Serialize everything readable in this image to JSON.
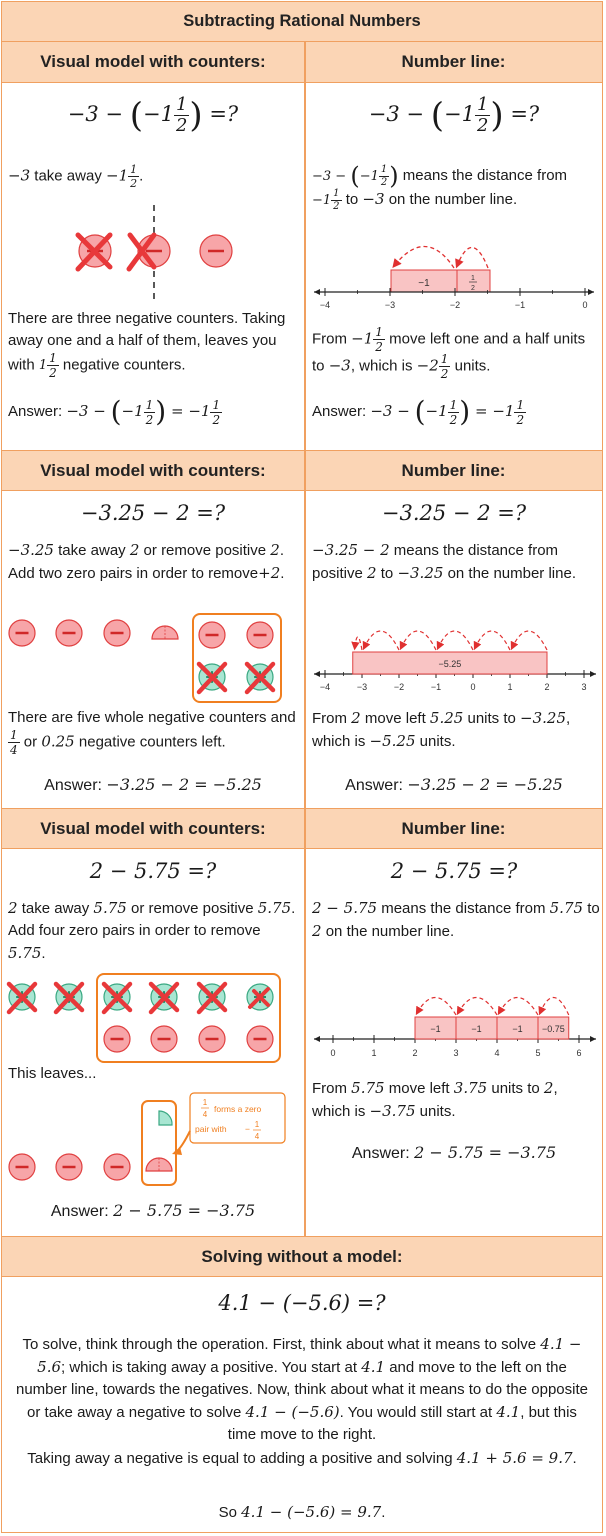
{
  "title": "Subtracting Rational Numbers",
  "headers": {
    "visual_model": "Visual model with counters:",
    "number_line": "Number line:",
    "solving": "Solving without a model:"
  },
  "section1": {
    "eq_prefix": "−3 − ",
    "eq_whole": "−1",
    "eq_num": "1",
    "eq_den": "2",
    "eq_suffix": " =?",
    "left_desc_a": "−3",
    "left_desc_b": " take away ",
    "left_desc_c": "−1",
    "left_desc_d": ".",
    "left_text_1": "There are three negative counters. Taking away one and a half of them, leaves you with ",
    "left_text_frac_whole": "1",
    "left_text_2": " negative counters.",
    "answer_label": "Answer: ",
    "answer_expr_a": "−3 − ",
    "answer_expr_b": " = −1",
    "right_desc_1": " means the distance from",
    "right_desc_2": " to ",
    "right_desc_3": "−3",
    "right_desc_4": " on the number line.",
    "nl_labels": [
      "−4",
      "−3",
      "−2",
      "−1",
      "0"
    ],
    "bar_label_1": "−1",
    "bar_label_2_num": "1",
    "bar_label_2_den": "2",
    "right_text_1": "From ",
    "right_text_2": " move left one and a half units to ",
    "right_text_3": "−3",
    "right_text_4": ", which is ",
    "right_text_5": "−2",
    "right_text_6": " units."
  },
  "section2": {
    "equation": "−3.25 − 2 =?",
    "left_desc": [
      {
        "t": "−3.25",
        "m": true
      },
      {
        "t": " take away ",
        "m": false
      },
      {
        "t": "2",
        "m": true
      },
      {
        "t": " or remove positive ",
        "m": false
      },
      {
        "t": "2",
        "m": true
      },
      {
        "t": ". Add two zero pairs in order to remove",
        "m": false
      },
      {
        "t": "+2",
        "m": true
      },
      {
        "t": ".",
        "m": false
      }
    ],
    "left_text_1": "There are five whole negative counters and ",
    "left_frac_num": "1",
    "left_frac_den": "4",
    "left_text_2": " or ",
    "left_text_3": "0.25",
    "left_text_4": " negative counters left.",
    "answer_label": "Answer: ",
    "answer_expr": "−3.25 − 2 = −5.25",
    "right_desc": [
      {
        "t": "−3.25 − 2",
        "m": true
      },
      {
        "t": "  means the distance from positive ",
        "m": false
      },
      {
        "t": "2",
        "m": true
      },
      {
        "t": " to ",
        "m": false
      },
      {
        "t": "−3.25",
        "m": true
      },
      {
        "t": " on the number line.",
        "m": false
      }
    ],
    "nl_labels": [
      "−4",
      "−3",
      "−2",
      "−1",
      "0",
      "1",
      "2",
      "3"
    ],
    "bar_label": "−5.25",
    "right_text": [
      {
        "t": "From ",
        "m": false
      },
      {
        "t": "2",
        "m": true
      },
      {
        "t": " move left ",
        "m": false
      },
      {
        "t": "5.25",
        "m": true
      },
      {
        "t": " units to ",
        "m": false
      },
      {
        "t": "−3.25",
        "m": true
      },
      {
        "t": ", which is ",
        "m": false
      },
      {
        "t": "−5.25",
        "m": true
      },
      {
        "t": " units.",
        "m": false
      }
    ]
  },
  "section3": {
    "equation": "2 − 5.75 =?",
    "left_desc": [
      {
        "t": "2",
        "m": true
      },
      {
        "t": " take away ",
        "m": false
      },
      {
        "t": "5.75",
        "m": true
      },
      {
        "t": " or remove positive ",
        "m": false
      },
      {
        "t": "5.75",
        "m": true
      },
      {
        "t": ". Add four zero pairs in order to remove ",
        "m": false
      },
      {
        "t": "5.75",
        "m": true
      },
      {
        "t": ".",
        "m": false
      }
    ],
    "leaves_text": "This leaves...",
    "callout_num": "1",
    "callout_den": "4",
    "callout_text_1": " forms a zero",
    "callout_text_2": "pair with ",
    "callout_text_3": "−",
    "answer_label": "Answer: ",
    "answer_expr": "2 − 5.75 = −3.75",
    "right_desc": [
      {
        "t": "2 − 5.75",
        "m": true
      },
      {
        "t": "  means the distance from ",
        "m": false
      },
      {
        "t": "5.75",
        "m": true
      },
      {
        "t": " to ",
        "m": false
      },
      {
        "t": "2",
        "m": true
      },
      {
        "t": " on the number line.",
        "m": false
      }
    ],
    "nl_labels": [
      "0",
      "1",
      "2",
      "3",
      "4",
      "5",
      "6"
    ],
    "bar_labels": [
      "−1",
      "−1",
      "−1",
      "−0.75"
    ],
    "right_text": [
      {
        "t": "From ",
        "m": false
      },
      {
        "t": "5.75",
        "m": true
      },
      {
        "t": " move left ",
        "m": false
      },
      {
        "t": "3.75",
        "m": true
      },
      {
        "t": " units to ",
        "m": false
      },
      {
        "t": "2",
        "m": true
      },
      {
        "t": ", which is ",
        "m": false
      },
      {
        "t": "−3.75",
        "m": true
      },
      {
        "t": " units.",
        "m": false
      }
    ]
  },
  "section4": {
    "equation": "4.1 − (−5.6) =?",
    "para1": [
      {
        "t": "To solve, think through the operation. First, think about what it means to solve ",
        "m": false
      },
      {
        "t": "4.1 − 5.6",
        "m": true
      },
      {
        "t": "; which is taking away a positive. You start at ",
        "m": false
      },
      {
        "t": "4.1",
        "m": true
      },
      {
        "t": " and move to the left on the number line, towards the negatives. Now, think about what it means to do the opposite or take away a negative to solve ",
        "m": false
      },
      {
        "t": "4.1 − (−5.6)",
        "m": true
      },
      {
        "t": ". You would still start at ",
        "m": false
      },
      {
        "t": "4.1",
        "m": true
      },
      {
        "t": ", but this time move to the right.",
        "m": false
      }
    ],
    "para2": [
      {
        "t": "Taking away a negative is equal to adding a positive and solving ",
        "m": false
      },
      {
        "t": "4.1 + 5.6 = 9.7",
        "m": true
      },
      {
        "t": ".",
        "m": false
      }
    ],
    "para3": [
      {
        "t": "So ",
        "m": false
      },
      {
        "t": "4.1 − (−5.6) = 9.7",
        "m": true
      },
      {
        "t": ".",
        "m": false
      }
    ]
  },
  "colors": {
    "header_bg": "#fbd5b5",
    "border": "#f0a060",
    "negative_counter": "#f7a5a8",
    "counter_stroke": "#e04040",
    "positive_counter": "#a8e6d2",
    "bar_fill": "#f9c4c4",
    "arrow_red": "#e03030",
    "highlight_box": "#f07f20"
  },
  "icons": {
    "negative_counter": "minus-circle",
    "positive_counter": "plus-circle",
    "cross_out": "x-mark"
  }
}
